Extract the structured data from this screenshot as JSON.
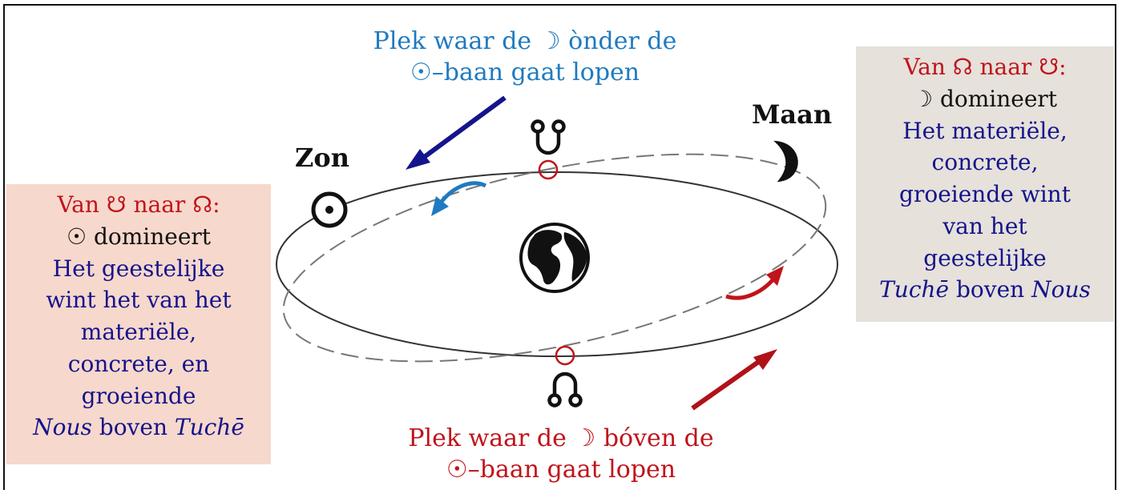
{
  "labels": {
    "sun_name": "Zon",
    "moon_name": "Maan",
    "top_annotation": [
      "Plek waar de ☽ ònder de",
      "☉–baan gaat lopen"
    ],
    "bottom_annotation": [
      "Plek waar de ☽ bóven de",
      "☉–baan gaat lopen"
    ]
  },
  "left_box": {
    "heading": "Van ☋ naar ☊:",
    "dominant": "☉ domineert",
    "lines": [
      "Het geestelijke",
      "wint het van het",
      "materiële,",
      "concrete, en",
      "groeiende"
    ],
    "last_line_italic_1": "Nous",
    "last_line_mid": " boven ",
    "last_line_italic_2": "Tuchē"
  },
  "right_box": {
    "heading": "Van ☊ naar ☋:",
    "dominant": "☽ domineert",
    "lines": [
      "Het materiële,",
      "concrete,",
      "groeiende wint",
      "van het",
      "geestelijke"
    ],
    "last_line_italic_1": "Tuchē",
    "last_line_mid": " boven ",
    "last_line_italic_2": "Nous"
  },
  "symbols": {
    "sun": "sun-icon",
    "moon": "moon-icon",
    "earth": "earth-icon",
    "south_node": "south-node-icon",
    "north_node": "north-node-icon"
  },
  "colors": {
    "blue_annotation": "#1f7ac0",
    "red_annotation": "#c0141b",
    "dark_blue_text": "#14148c",
    "left_box_bg": "#f7d8cc",
    "right_box_bg": "#e6e1da",
    "blue_arrow": "#14148c",
    "red_arrow": "#b01218"
  }
}
